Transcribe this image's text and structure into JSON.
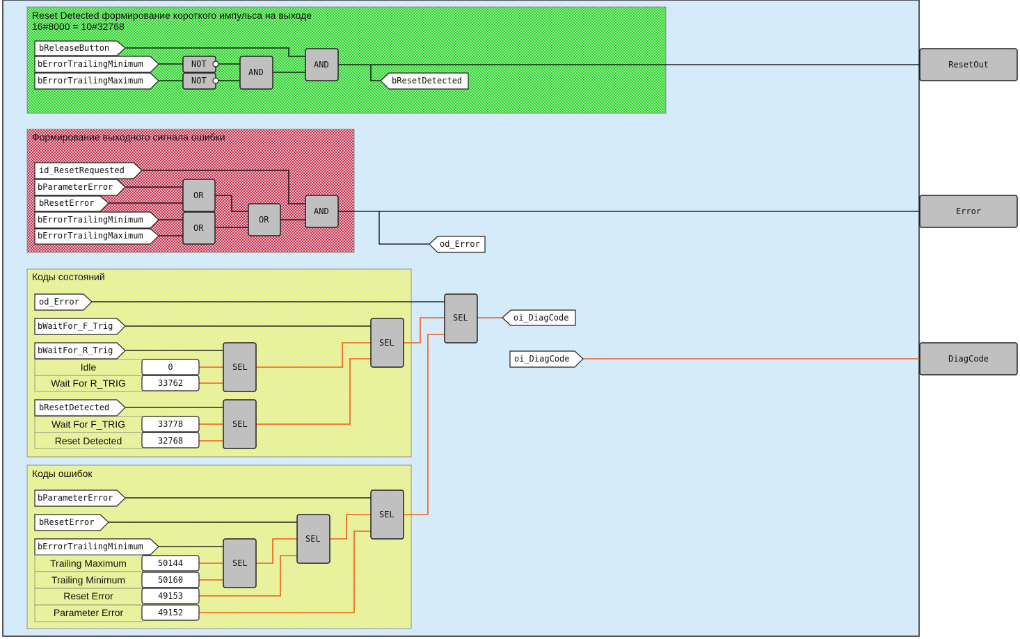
{
  "colors": {
    "canvas_bg": "#d6ebf9",
    "group_green": "#27d627",
    "group_red": "#c8384c",
    "group_yellow": "#e8f29c",
    "block_fill": "#c0c0c0",
    "wire_bool": "#000000",
    "wire_int": "#f25c19"
  },
  "groups": {
    "reset": {
      "title_line1": "Reset  Detected  формирование  короткого  импульса  на  выходе",
      "title_line2": "16#8000  =  10#32768",
      "inputs": [
        "bReleaseButton",
        "bErrorTrailingMinimum",
        "bErrorTrailingMaximum"
      ],
      "blocks": {
        "not1": "NOT",
        "not2": "NOT",
        "and1": "AND",
        "and2": "AND"
      },
      "output_var": "bResetDetected"
    },
    "error": {
      "title": "Формирование  выходного  сигнала  ошибки",
      "inputs": [
        "id_ResetRequested",
        "bParameterError",
        "bResetError",
        "bErrorTrailingMinimum",
        "bErrorTrailingMaximum"
      ],
      "blocks": {
        "or1": "OR",
        "or2": "OR",
        "or3": "OR",
        "and1": "AND"
      },
      "output_var": "od_Error"
    },
    "states": {
      "title": "Коды  состояний",
      "inputs": [
        "od_Error",
        "bWaitFor_F_Trig",
        "bWaitFor_R_Trig",
        "bResetDetected"
      ],
      "constants": [
        {
          "label": "Idle",
          "value": "0"
        },
        {
          "label": "Wait For R_TRIG",
          "value": "33762"
        },
        {
          "label": "Wait For F_TRIG",
          "value": "33778"
        },
        {
          "label": "Reset  Detected",
          "value": "32768"
        }
      ],
      "blocks": {
        "sel1": "SEL",
        "sel2": "SEL",
        "sel3": "SEL",
        "sel4": "SEL"
      },
      "output_var": "oi_DiagCode"
    },
    "errors": {
      "title": "Коды  ошибок",
      "inputs": [
        "bParameterError",
        "bResetError",
        "bErrorTrailingMinimum"
      ],
      "constants": [
        {
          "label": "Trailing  Maximum",
          "value": "50144"
        },
        {
          "label": "Trailing  Minimum",
          "value": "50160"
        },
        {
          "label": "Reset  Error",
          "value": "49153"
        },
        {
          "label": "Parameter  Error",
          "value": "49152"
        }
      ],
      "blocks": {
        "sel1": "SEL",
        "sel2": "SEL",
        "sel3": "SEL"
      }
    }
  },
  "diagcode_input": "oi_DiagCode",
  "outputs": [
    "ResetOut",
    "Error",
    "DiagCode"
  ]
}
